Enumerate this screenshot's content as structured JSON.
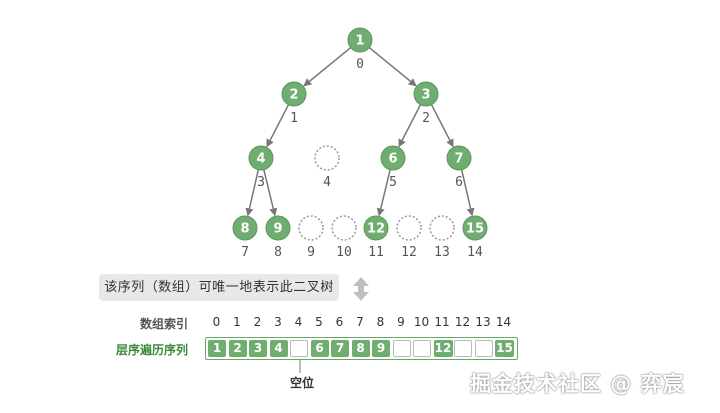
{
  "tree": {
    "nodes": [
      {
        "value": "1",
        "index": "0",
        "filled": true
      },
      {
        "value": "2",
        "index": "1",
        "filled": true
      },
      {
        "value": "3",
        "index": "2",
        "filled": true
      },
      {
        "value": "4",
        "index": "3",
        "filled": true
      },
      {
        "value": "",
        "index": "4",
        "filled": false
      },
      {
        "value": "6",
        "index": "5",
        "filled": true
      },
      {
        "value": "7",
        "index": "6",
        "filled": true
      },
      {
        "value": "8",
        "index": "7",
        "filled": true
      },
      {
        "value": "9",
        "index": "8",
        "filled": true
      },
      {
        "value": "",
        "index": "9",
        "filled": false
      },
      {
        "value": "",
        "index": "10",
        "filled": false
      },
      {
        "value": "12",
        "index": "11",
        "filled": true
      },
      {
        "value": "",
        "index": "12",
        "filled": false
      },
      {
        "value": "",
        "index": "13",
        "filled": false
      },
      {
        "value": "15",
        "index": "14",
        "filled": true
      }
    ],
    "edges": [
      [
        0,
        1
      ],
      [
        0,
        2
      ],
      [
        1,
        3
      ],
      [
        2,
        5
      ],
      [
        2,
        6
      ],
      [
        3,
        7
      ],
      [
        3,
        8
      ],
      [
        5,
        11
      ],
      [
        6,
        14
      ]
    ]
  },
  "caption": "该序列（数组）可唯一地表示此二叉树",
  "index_row": {
    "label": "数组索引",
    "values": [
      "0",
      "1",
      "2",
      "3",
      "4",
      "5",
      "6",
      "7",
      "8",
      "9",
      "10",
      "11",
      "12",
      "13",
      "14"
    ]
  },
  "array_row": {
    "label": "层序遍历序列",
    "cells": [
      "1",
      "2",
      "3",
      "4",
      "",
      "6",
      "7",
      "8",
      "9",
      "",
      "",
      "12",
      "",
      "",
      "15"
    ]
  },
  "empty_label": "空位",
  "watermark": "掘金技术社区 @ 弈宸",
  "colors": {
    "node_fill": "#70ad70",
    "node_stroke": "#5c955c",
    "empty_stroke": "#999999",
    "edge": "#777777",
    "label_green": "#3a8a3a"
  }
}
